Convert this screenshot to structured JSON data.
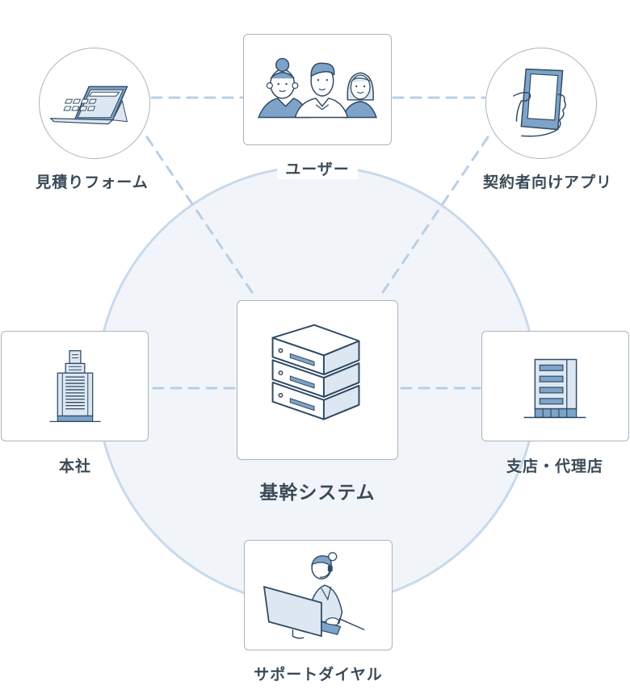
{
  "diagram": {
    "title": "基幹システム連携図",
    "colors": {
      "stroke": "#2f4a63",
      "fill_light": "#dde7f2",
      "fill_mid": "#7ea3c8",
      "ring": "#c7daec",
      "ring_fill": "#f1f5fa",
      "dash": "#b8cfe6",
      "box_border": "#aab4bd",
      "text": "#3b4a57"
    },
    "center": {
      "label": "基幹システム",
      "icon": "server-stack-icon"
    },
    "nodes": [
      {
        "id": "estimate-form",
        "label": "見積りフォーム",
        "icon": "tablet-calculator-icon",
        "shape": "circle"
      },
      {
        "id": "users",
        "label": "ユーザー",
        "icon": "people-group-icon",
        "shape": "box"
      },
      {
        "id": "contractor-app",
        "label": "契約者向けアプリ",
        "icon": "smartphone-hand-icon",
        "shape": "circle"
      },
      {
        "id": "head-office",
        "label": "本社",
        "icon": "skyscraper-icon",
        "shape": "box"
      },
      {
        "id": "branch-agency",
        "label": "支店・代理店",
        "icon": "office-building-icon",
        "shape": "box"
      },
      {
        "id": "support-dial",
        "label": "サポートダイヤル",
        "icon": "call-center-operator-icon",
        "shape": "box"
      }
    ],
    "connections": [
      [
        "estimate-form",
        "users"
      ],
      [
        "users",
        "contractor-app"
      ],
      [
        "estimate-form",
        "center"
      ],
      [
        "contractor-app",
        "center"
      ],
      [
        "head-office",
        "center"
      ],
      [
        "branch-agency",
        "center"
      ]
    ]
  }
}
